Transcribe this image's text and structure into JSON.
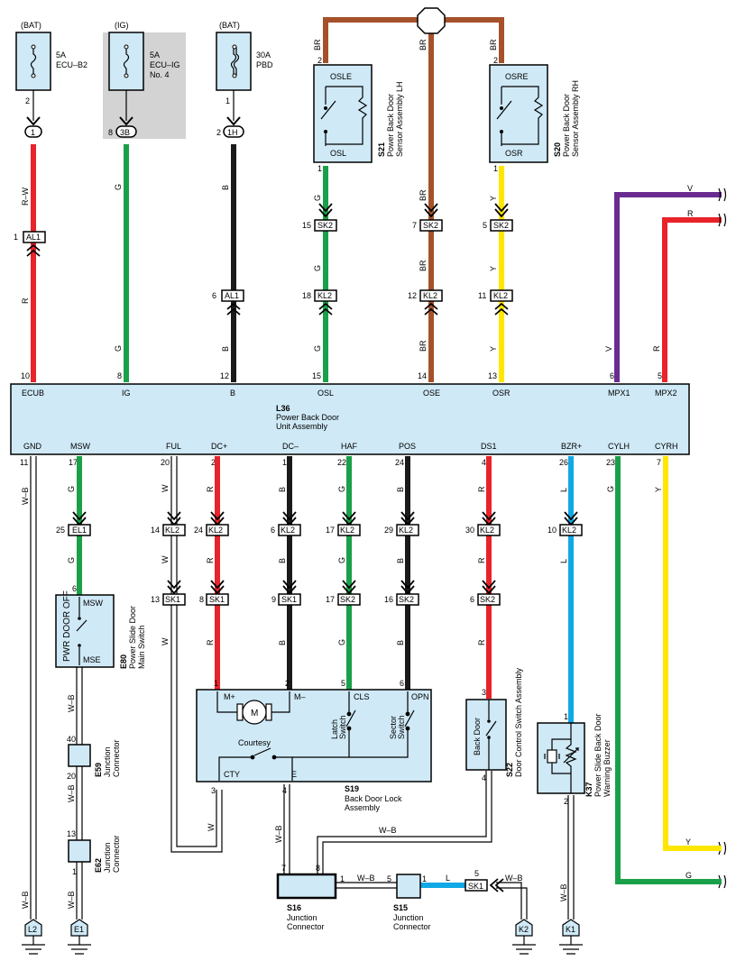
{
  "fuses": [
    {
      "source": "(BAT)",
      "amp": "5A",
      "name": "ECU–B2",
      "name2": "",
      "pin": "2",
      "pin_top": "",
      "conn": "1",
      "conn_pin": ""
    },
    {
      "source": "(IG)",
      "amp": "5A",
      "name": "ECU–IG",
      "name2": "No. 4",
      "pin": "",
      "pin_top": "",
      "conn": "3B",
      "conn_pin": "8"
    },
    {
      "source": "(BAT)",
      "amp": "30A",
      "name": "PBD",
      "name2": "",
      "pin": "1",
      "pin_top": "",
      "conn": "1H",
      "conn_pin": "2"
    }
  ],
  "sensors": [
    {
      "code": "S21",
      "title": "Power Back Door",
      "title2": "Sensor Assembly LH",
      "top_label": "OSLE",
      "bottom_label": "OSL",
      "pin_top": "2",
      "pin_bottom": "1"
    },
    {
      "code": "S20",
      "title": "Power Back Door",
      "title2": "Sensor Assembly RH",
      "top_label": "OSRE",
      "bottom_label": "OSR",
      "pin_top": "2",
      "pin_bottom": "1"
    }
  ],
  "ecu": {
    "code": "L36",
    "title": "Power Back Door",
    "title2": "Unit Assembly",
    "top_pins": [
      {
        "label": "ECUB",
        "pin": "10"
      },
      {
        "label": "IG",
        "pin": "8"
      },
      {
        "label": "B",
        "pin": "12"
      },
      {
        "label": "OSL",
        "pin": "15"
      },
      {
        "label": "OSE",
        "pin": "14"
      },
      {
        "label": "OSR",
        "pin": "13"
      },
      {
        "label": "MPX1",
        "pin": "6"
      },
      {
        "label": "MPX2",
        "pin": "5"
      }
    ],
    "bottom_pins": [
      {
        "label": "GND",
        "pin": "11"
      },
      {
        "label": "MSW",
        "pin": "17"
      },
      {
        "label": "FUL",
        "pin": "20"
      },
      {
        "label": "DC+",
        "pin": "2"
      },
      {
        "label": "DC–",
        "pin": "1"
      },
      {
        "label": "HAF",
        "pin": "22"
      },
      {
        "label": "POS",
        "pin": "24"
      },
      {
        "label": "DS1",
        "pin": "4"
      },
      {
        "label": "BZR+",
        "pin": "26"
      },
      {
        "label": "CYLH",
        "pin": "23"
      },
      {
        "label": "CYRH",
        "pin": "7"
      }
    ]
  },
  "wire_colors": {
    "R–W": "R–W",
    "R": "R",
    "G": "G",
    "B": "B",
    "BR": "BR",
    "Y": "Y",
    "V": "V",
    "W": "W",
    "L": "L",
    "W–B": "W–B"
  },
  "connectors": [
    {
      "id": "AL1a",
      "name": "AL1",
      "pin": "1"
    },
    {
      "id": "AL1b",
      "name": "AL1",
      "pin": "6"
    },
    {
      "id": "SK2a",
      "name": "SK2",
      "pin": "15"
    },
    {
      "id": "SK2b",
      "name": "SK2",
      "pin": "7"
    },
    {
      "id": "SK2c",
      "name": "SK2",
      "pin": "5"
    },
    {
      "id": "KL2a",
      "name": "KL2",
      "pin": "18"
    },
    {
      "id": "KL2b",
      "name": "KL2",
      "pin": "12"
    },
    {
      "id": "KL2c",
      "name": "KL2",
      "pin": "11"
    },
    {
      "id": "EL1",
      "name": "EL1",
      "pin": "25"
    },
    {
      "id": "KL2d",
      "name": "KL2",
      "pin": "14"
    },
    {
      "id": "KL2e",
      "name": "KL2",
      "pin": "24"
    },
    {
      "id": "KL2f",
      "name": "KL2",
      "pin": "6"
    },
    {
      "id": "KL2g",
      "name": "KL2",
      "pin": "17"
    },
    {
      "id": "KL2h",
      "name": "KL2",
      "pin": "29"
    },
    {
      "id": "KL2i",
      "name": "KL2",
      "pin": "30"
    },
    {
      "id": "KL2j",
      "name": "KL2",
      "pin": "10"
    },
    {
      "id": "SK1a",
      "name": "SK1",
      "pin": "13"
    },
    {
      "id": "SK1b",
      "name": "SK1",
      "pin": "8"
    },
    {
      "id": "SK1c",
      "name": "SK1",
      "pin": "9"
    },
    {
      "id": "SK2d",
      "name": "SK2",
      "pin": "17"
    },
    {
      "id": "SK2e",
      "name": "SK2",
      "pin": "16"
    },
    {
      "id": "SK2f",
      "name": "SK2",
      "pin": "6"
    },
    {
      "id": "SK1d",
      "name": "SK1",
      "pin": "5"
    }
  ],
  "e80": {
    "code": "E80",
    "title": "Power Slide Door",
    "title2": "Main Switch",
    "label_top": "MSW",
    "label_bottom": "MSE",
    "rot_label": "PWR DOOR OFF",
    "pin_top": "6"
  },
  "e59": {
    "code": "E59",
    "title": "Junction",
    "title2": "Connector",
    "pin_top": "40",
    "pin_bottom": "20"
  },
  "e62": {
    "code": "E62",
    "title": "Junction",
    "title2": "Connector",
    "pin_top": "13",
    "pin_bottom": "1"
  },
  "s19": {
    "code": "S19",
    "title": "Back Door Lock",
    "title2": "Assembly",
    "labels": {
      "mplus": "M+",
      "mminus": "M–",
      "motor": "M",
      "cls": "CLS",
      "opn": "OPN",
      "latch": "Latch",
      "latch2": "Switch",
      "sector": "Sector",
      "sector2": "Switch",
      "courtesy": "Courtesy",
      "cty": "CTY",
      "e": "E"
    },
    "pins": {
      "p1": "1",
      "p2": "2",
      "p5": "5",
      "p6": "6",
      "p3": "3",
      "p4": "4"
    }
  },
  "s22": {
    "code": "S22",
    "title": "Door Control Switch Assembly",
    "label": "Back Door",
    "pin_top": "3",
    "pin_bottom": "4"
  },
  "k37": {
    "code": "K37",
    "title": "Power Slide Back Door",
    "title2": "Warning Buzzer",
    "pin_top": "1",
    "pin_bottom": "2"
  },
  "s16": {
    "code": "S16",
    "title": "Junction",
    "title2": "Connector",
    "pin7": "7",
    "pin8": "8",
    "pin1": "1"
  },
  "s15": {
    "code": "S15",
    "title": "Junction",
    "title2": "Connector",
    "pin5": "5",
    "pin1": "1"
  },
  "grounds": [
    {
      "name": "L2"
    },
    {
      "name": "E1"
    },
    {
      "name": "K2"
    },
    {
      "name": "K1"
    }
  ],
  "colors": {
    "red": "#e8232a",
    "green": "#1aa049",
    "black": "#1a1a1a",
    "brown": "#a5512a",
    "yellow": "#ffe600",
    "violet": "#6b2c91",
    "blue": "#12a8e6",
    "box": "#cfe9f6",
    "shade": "#d3d3d3"
  }
}
